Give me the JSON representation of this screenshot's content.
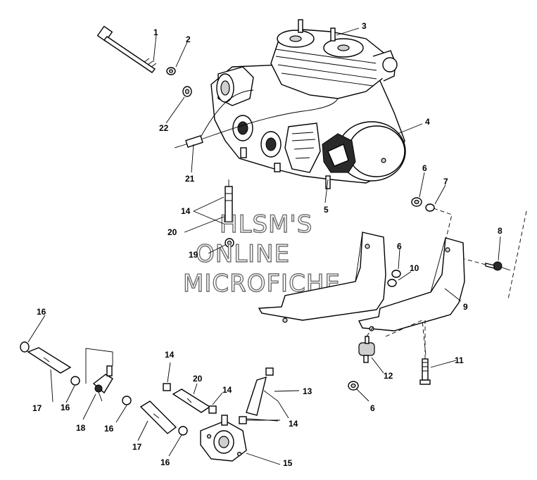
{
  "watermark": {
    "line1": "HLSM'S",
    "line2": "ONLINE",
    "line3": "MICROFICHE"
  },
  "callouts": [
    {
      "id": "c1",
      "text": "1"
    },
    {
      "id": "c2",
      "text": "2"
    },
    {
      "id": "c3",
      "text": "3"
    },
    {
      "id": "c4",
      "text": "4"
    },
    {
      "id": "c5",
      "text": "5"
    },
    {
      "id": "c6a",
      "text": "6"
    },
    {
      "id": "c6b",
      "text": "6"
    },
    {
      "id": "c6c",
      "text": "6"
    },
    {
      "id": "c7",
      "text": "7"
    },
    {
      "id": "c8",
      "text": "8"
    },
    {
      "id": "c9",
      "text": "9"
    },
    {
      "id": "c10",
      "text": "10"
    },
    {
      "id": "c11",
      "text": "11"
    },
    {
      "id": "c12",
      "text": "12"
    },
    {
      "id": "c13",
      "text": "13"
    },
    {
      "id": "c14a",
      "text": "14"
    },
    {
      "id": "c14b",
      "text": "14"
    },
    {
      "id": "c14c",
      "text": "14"
    },
    {
      "id": "c14d",
      "text": "14"
    },
    {
      "id": "c15",
      "text": "15"
    },
    {
      "id": "c16a",
      "text": "16"
    },
    {
      "id": "c16b",
      "text": "16"
    },
    {
      "id": "c16c",
      "text": "16"
    },
    {
      "id": "c16d",
      "text": "16"
    },
    {
      "id": "c17a",
      "text": "17"
    },
    {
      "id": "c17b",
      "text": "17"
    },
    {
      "id": "c18",
      "text": "18"
    },
    {
      "id": "c19",
      "text": "19"
    },
    {
      "id": "c20a",
      "text": "20"
    },
    {
      "id": "c20b",
      "text": "20"
    },
    {
      "id": "c21",
      "text": "21"
    },
    {
      "id": "c22",
      "text": "22"
    }
  ]
}
